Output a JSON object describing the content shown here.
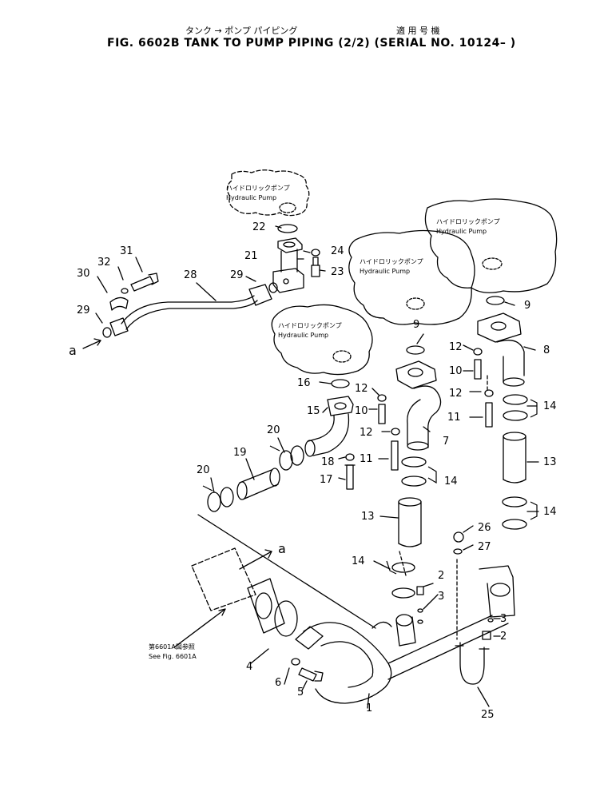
{
  "header": {
    "jp_tank_to_pump": "タンク → ポンプ パイピング",
    "jp_serial": "適 用 号 機",
    "title": "FIG. 6602B  TANK TO PUMP PIPING (2/2) (SERIAL NO. 10124– )"
  },
  "pump_labels": {
    "jp": "ハイドロリックポンプ",
    "en": "Hydraulic Pump"
  },
  "reference_note": {
    "jp": "第6601A図参照",
    "en": "See Fig. 6601A"
  },
  "arrow_label": "a",
  "part_numbers": [
    "1",
    "2",
    "3",
    "4",
    "5",
    "6",
    "7",
    "8",
    "9",
    "10",
    "11",
    "12",
    "13",
    "14",
    "15",
    "16",
    "17",
    "18",
    "19",
    "20",
    "21",
    "22",
    "23",
    "24",
    "25",
    "26",
    "27",
    "28",
    "29",
    "30",
    "31",
    "32"
  ]
}
